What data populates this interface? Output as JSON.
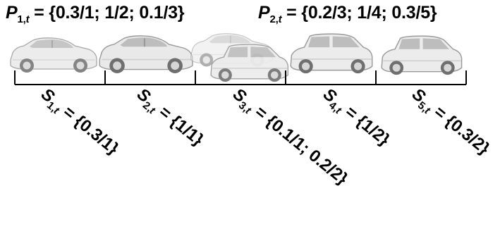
{
  "top_labels": [
    {
      "symbol": "P",
      "index": "2",
      "time": "t",
      "value": " = {0.2/3; 1/4; 0.3/5}"
    },
    {
      "symbol": "P",
      "index": "1",
      "time": "t",
      "value": " = {0.3/1; 1/2; 0.1/3}"
    }
  ],
  "segment_labels": [
    {
      "symbol": "S",
      "index": "1",
      "time": "t",
      "value": " = {0.3/1}"
    },
    {
      "symbol": "S",
      "index": "2",
      "time": "t",
      "value": " = {1/1}"
    },
    {
      "symbol": "S",
      "index": "3",
      "time": "t",
      "value": " = {0.1/1; 0.2/2}"
    },
    {
      "symbol": "S",
      "index": "4",
      "time": "t",
      "value": " = {1/2}"
    },
    {
      "symbol": "S",
      "index": "5",
      "time": "t",
      "value": " = {0.3/2}"
    }
  ],
  "colors": {
    "text": "#000000",
    "car_light": "#ececec",
    "car_mid": "#cfcfcf",
    "car_dark": "#9a9a9a",
    "window": "#bdbdbd"
  }
}
